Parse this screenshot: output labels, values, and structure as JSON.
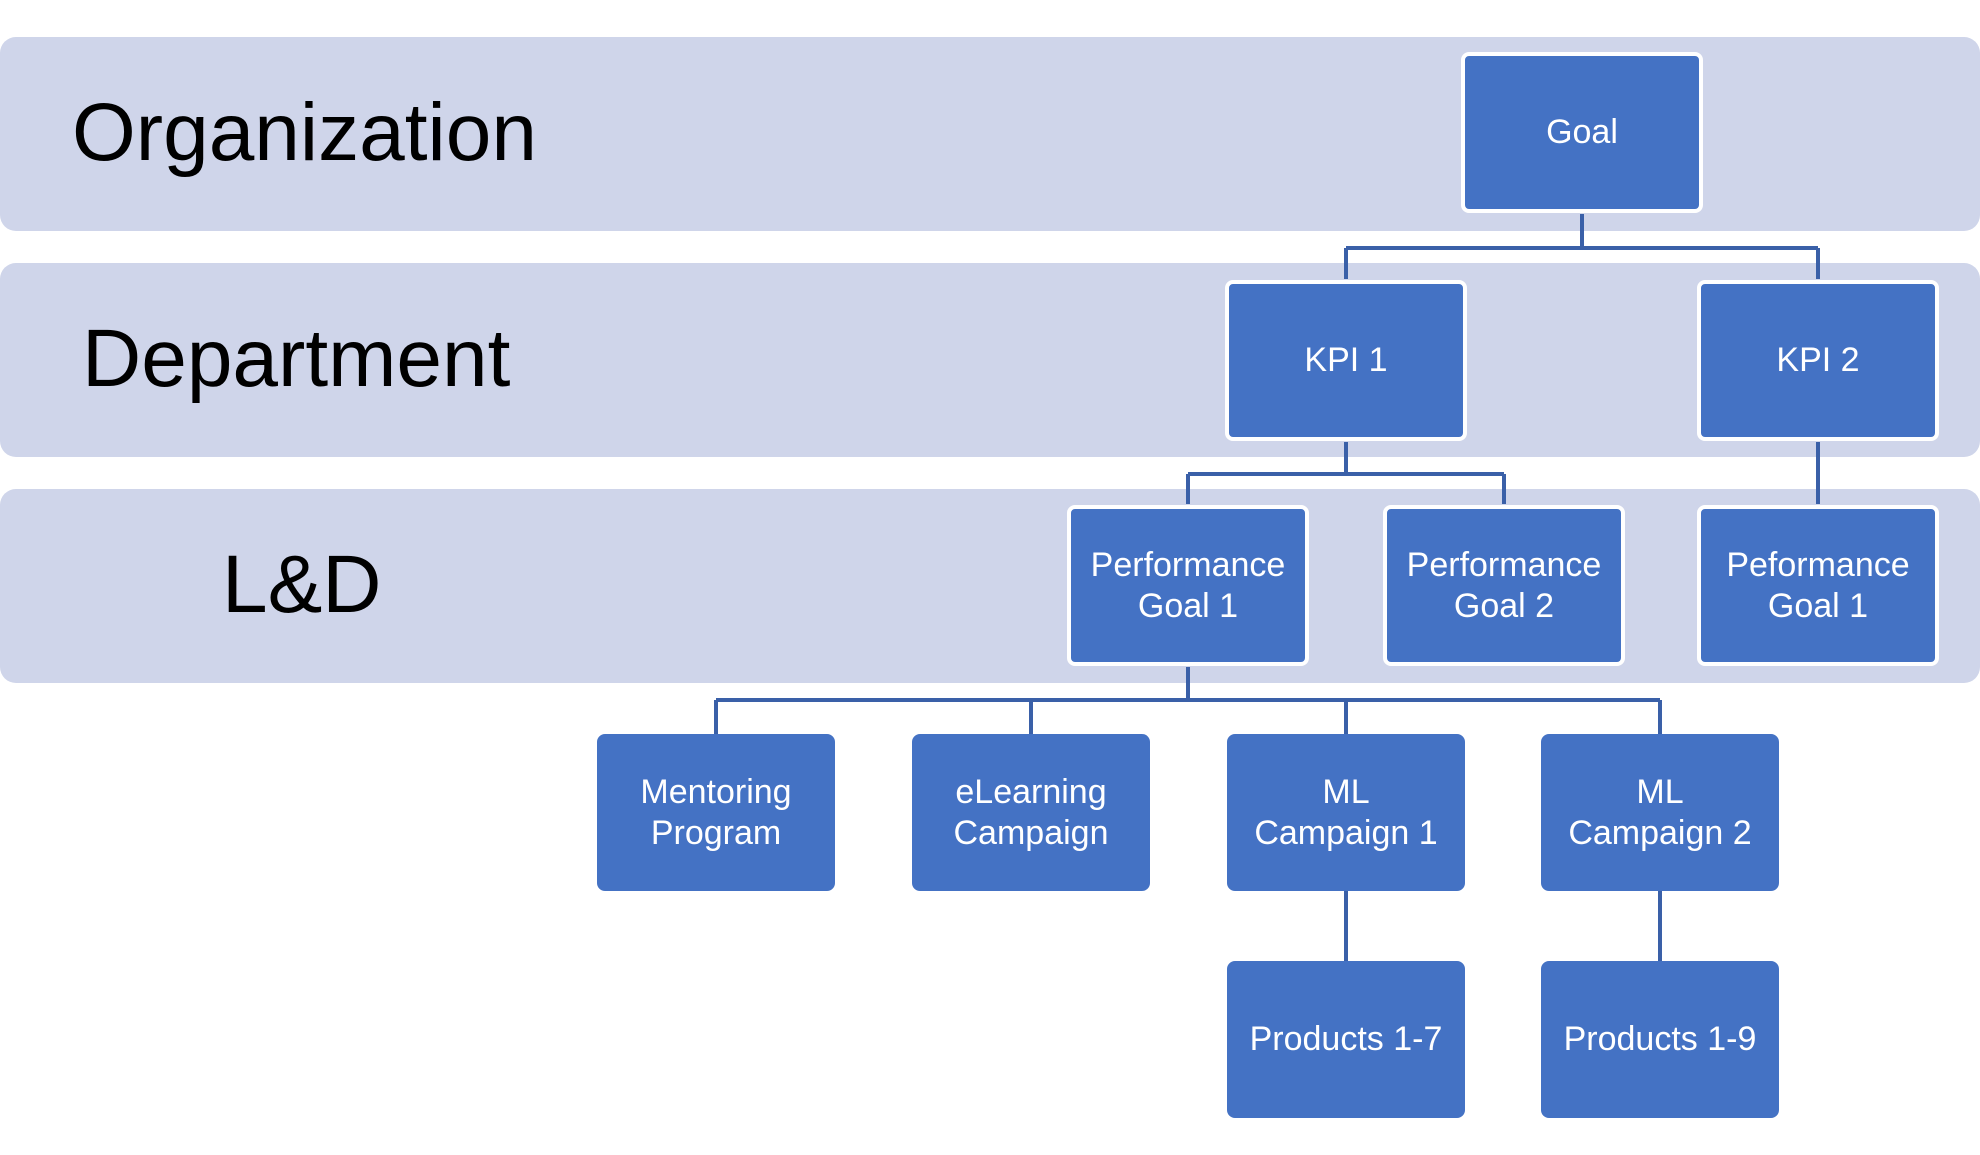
{
  "levels": {
    "organization": "Organization",
    "department": "Department",
    "ld": "L&D"
  },
  "nodes": {
    "goal": "Goal",
    "kpi1": "KPI 1",
    "kpi2": "KPI 2",
    "perf_goal_1": "Performance Goal 1",
    "perf_goal_2": "Performance Goal 2",
    "peformance_goal_1": "Peformance Goal 1",
    "mentoring": "Mentoring Program",
    "elearning": "eLearning Campaign",
    "ml_campaign_1": "ML Campaign 1",
    "ml_campaign_2": "ML Campaign 2",
    "products_1_7": "Products 1-7",
    "products_1_9": "Products 1-9"
  },
  "colors": {
    "band": "#cfd5ea",
    "node": "#4472c4",
    "connector": "#3a60a8"
  }
}
